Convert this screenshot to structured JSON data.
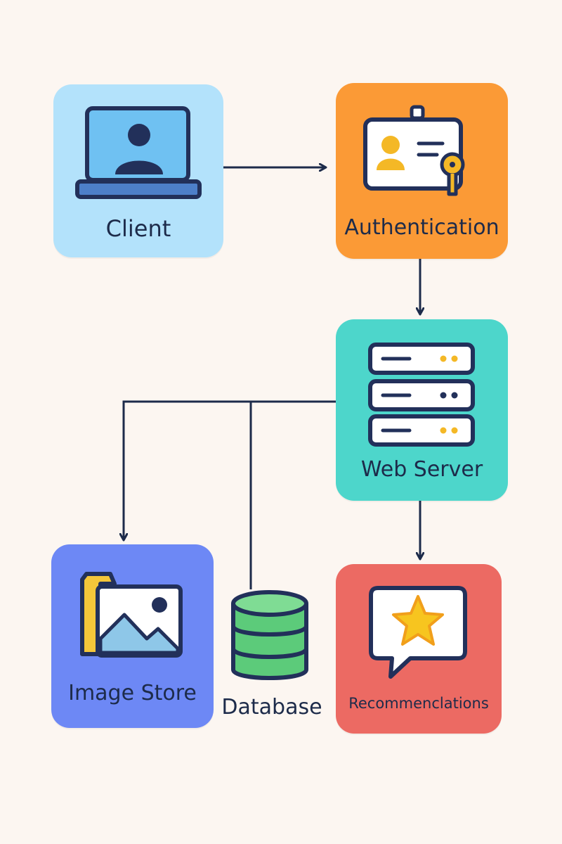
{
  "nodes": {
    "client": {
      "label": "Client",
      "icon": "laptop-user-icon",
      "color": "#b3e2fb"
    },
    "authentication": {
      "label": "Authentication",
      "icon": "id-badge-key-icon",
      "color": "#fb9a36"
    },
    "web_server": {
      "label": "Web Server",
      "icon": "server-rack-icon",
      "color": "#4dd6cb"
    },
    "image_store": {
      "label": "Image Store",
      "icon": "image-folder-icon",
      "color": "#6d88f5"
    },
    "database": {
      "label": "Database",
      "icon": "database-icon",
      "color": "#5ccb7a"
    },
    "recommendations": {
      "label": "Recommenclations",
      "icon": "star-speech-bubble-icon",
      "color": "#ec6a63"
    }
  },
  "edges": [
    {
      "from": "Client",
      "to": "Authentication"
    },
    {
      "from": "Authentication",
      "to": "Web Server"
    },
    {
      "from": "Web Server",
      "to": "Image Store"
    },
    {
      "from": "Web Server",
      "to": "Database"
    },
    {
      "from": "Web Server",
      "to": "Recommenclations"
    }
  ],
  "colors": {
    "background": "#fcf6f1",
    "line": "#1d2b4a",
    "outline": "#22305a"
  }
}
